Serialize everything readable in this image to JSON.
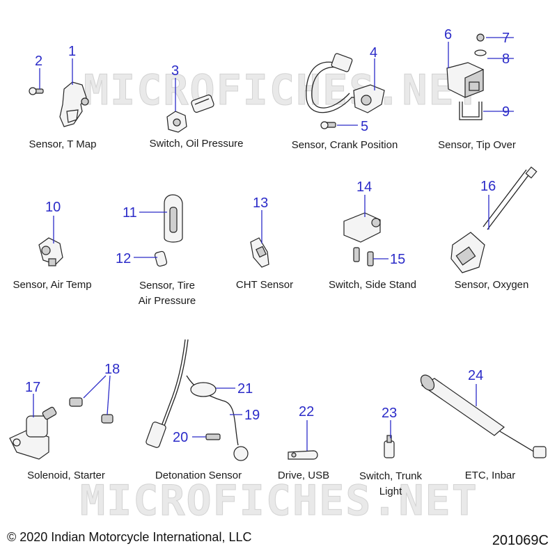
{
  "watermark": "MICROFICHES.NET",
  "captions": {
    "c1": "Sensor, T Map",
    "c3": "Switch, Oil Pressure",
    "c4": "Sensor, Crank Position",
    "c6": "Sensor, Tip Over",
    "c10": "Sensor, Air Temp",
    "c11a": "Sensor, Tire",
    "c11b": "Air Pressure",
    "c13": "CHT Sensor",
    "c14": "Switch, Side Stand",
    "c16": "Sensor, Oxygen",
    "c17": "Solenoid, Starter",
    "c19": "Detonation Sensor",
    "c22": "Drive, USB",
    "c23a": "Switch, Trunk",
    "c23b": "Light",
    "c24": "ETC, Inbar"
  },
  "callouts": {
    "n1": "1",
    "n2": "2",
    "n3": "3",
    "n4": "4",
    "n5": "5",
    "n6": "6",
    "n7": "7",
    "n8": "8",
    "n9": "9",
    "n10": "10",
    "n11": "11",
    "n12": "12",
    "n13": "13",
    "n14": "14",
    "n15": "15",
    "n16": "16",
    "n17": "17",
    "n18": "18",
    "n19": "19",
    "n20": "20",
    "n21": "21",
    "n22": "22",
    "n23": "23",
    "n24": "24"
  },
  "footer": {
    "copyright": "© 2020 Indian Motorcycle International, LLC",
    "doc_id": "201069C"
  },
  "colors": {
    "callout": "#2b2bc8",
    "text": "#1a1a1a",
    "watermark": "#d3d3d3"
  }
}
